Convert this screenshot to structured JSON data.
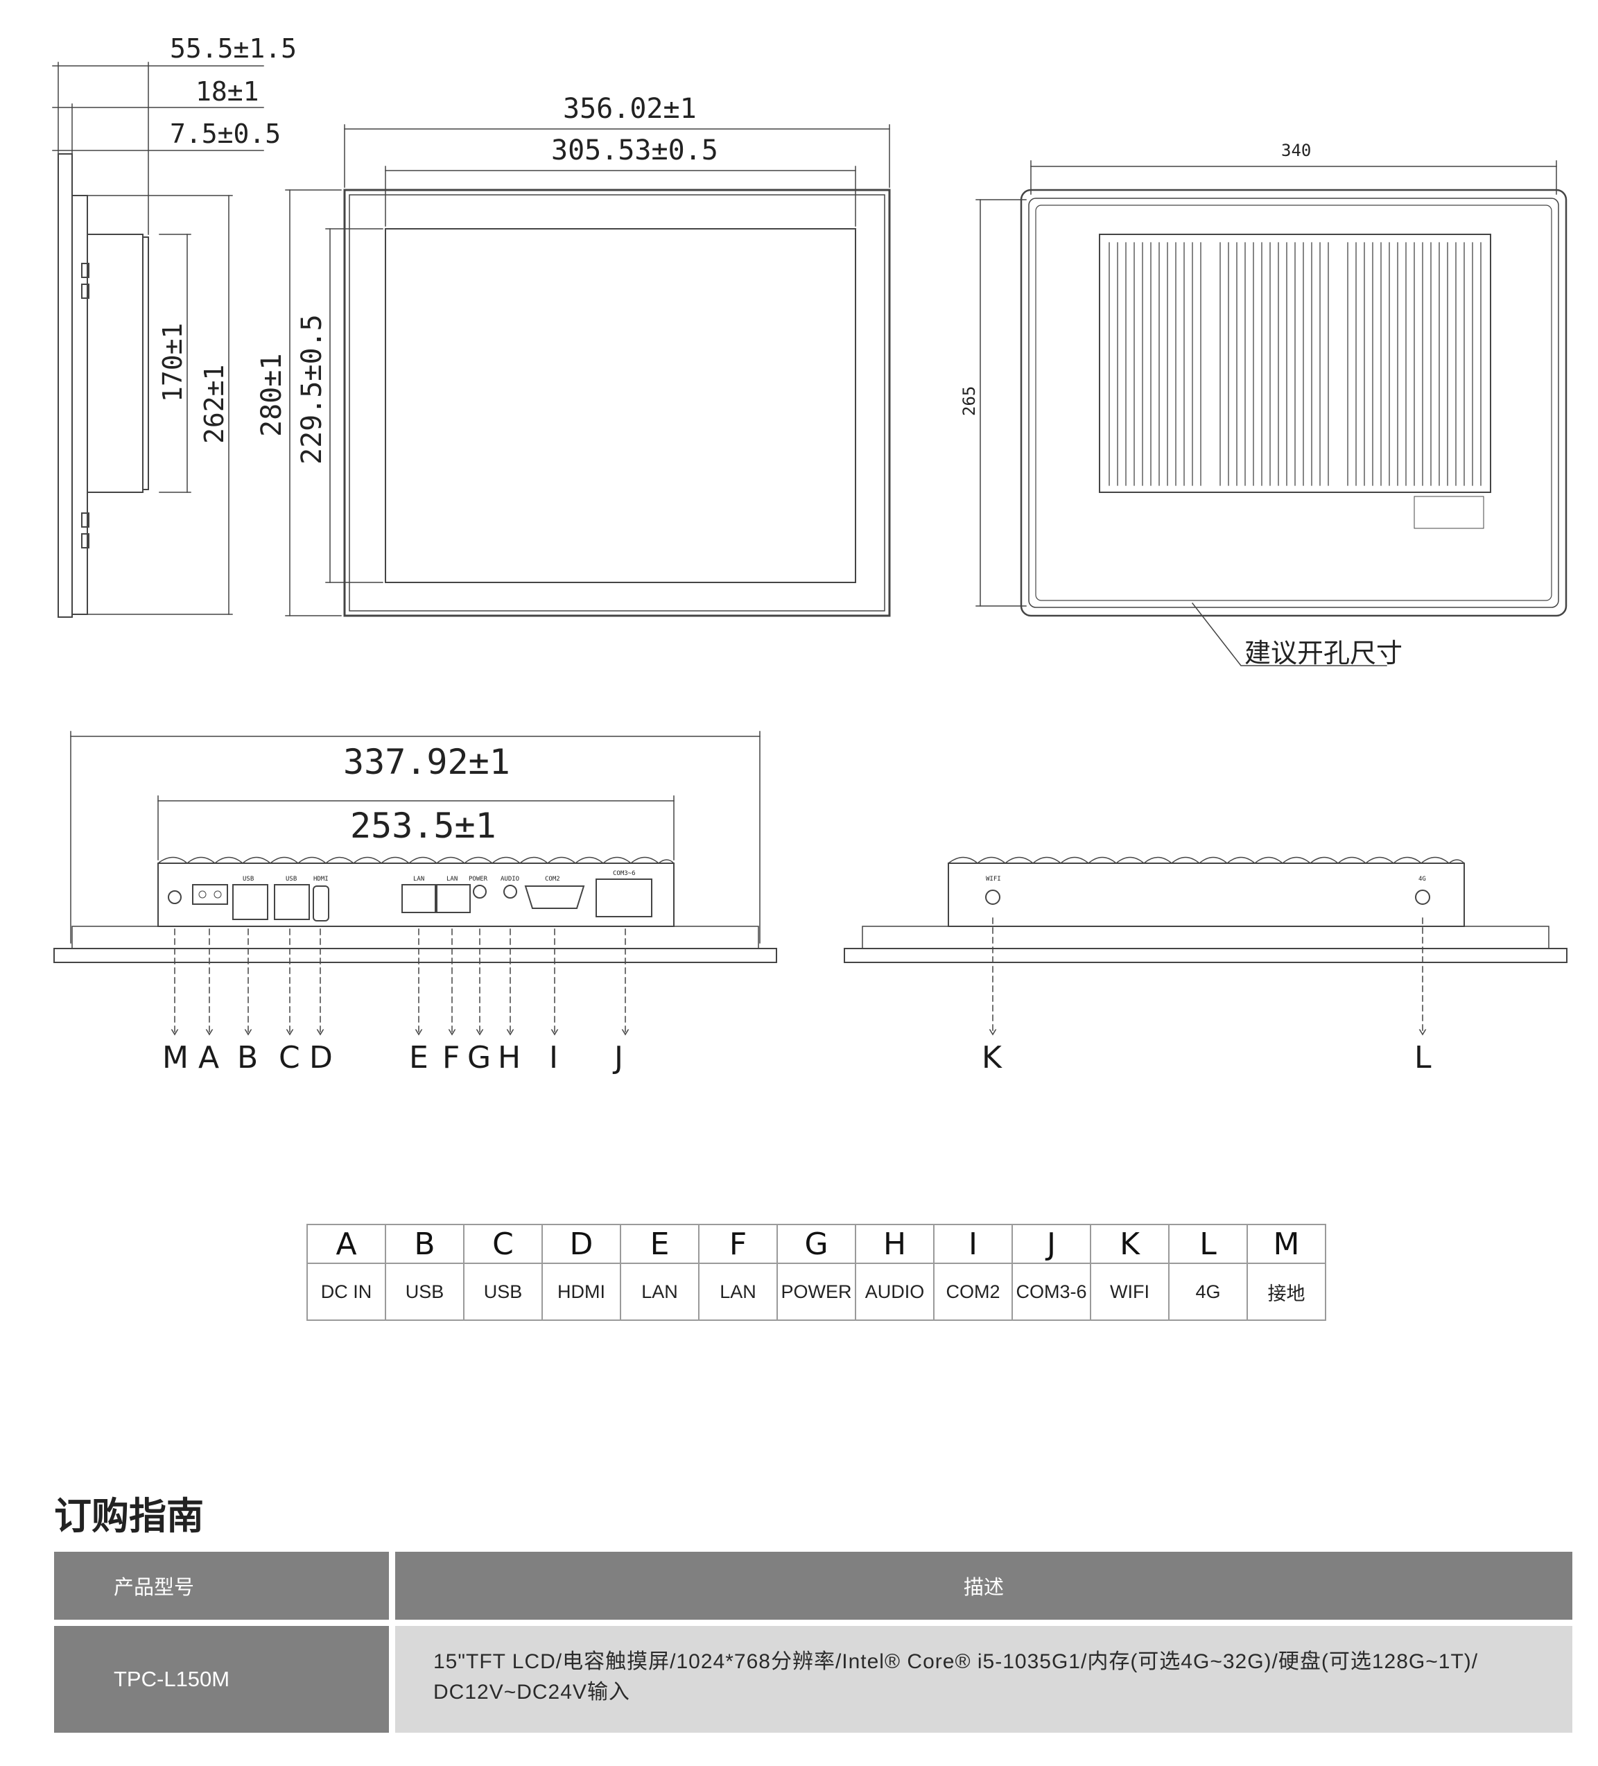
{
  "side_view": {
    "dims": [
      "55.5±1.5",
      "18±1",
      "7.5±0.5",
      "170±1",
      "262±1"
    ]
  },
  "front_view": {
    "dims": [
      "356.02±1",
      "305.53±0.5",
      "280±1",
      "229.5±0.5"
    ]
  },
  "rear_view": {
    "dims": [
      "340",
      "265"
    ],
    "cutout_label": "建议开孔尺寸"
  },
  "bottom_view": {
    "dims": [
      "337.92±1",
      "253.5±1"
    ],
    "port_tags": [
      "LAN",
      "LAN",
      "POWER",
      "AUDIO",
      "COM2",
      "COM3~6",
      "USB",
      "USB",
      "HDMI"
    ],
    "letters": [
      "M",
      "A",
      "B",
      "C",
      "D",
      "E",
      "F",
      "G",
      "H",
      "I",
      "J"
    ]
  },
  "top_view": {
    "letters": [
      "K",
      "L"
    ],
    "port_tags": [
      "WIFI",
      "4G"
    ]
  },
  "ports_table": {
    "letters": [
      "A",
      "B",
      "C",
      "D",
      "E",
      "F",
      "G",
      "H",
      "I",
      "J",
      "K",
      "L",
      "M"
    ],
    "names": [
      "DC IN",
      "USB",
      "USB",
      "HDMI",
      "LAN",
      "LAN",
      "POWER",
      "AUDIO",
      "COM2",
      "COM3-6",
      "WIFI",
      "4G",
      "接地"
    ]
  },
  "ordering": {
    "title": "订购指南",
    "header_model": "产品型号",
    "header_desc": "描述",
    "model": "TPC-L150M",
    "desc_line1": "15\"TFT LCD/电容触摸屏/1024*768分辨率/Intel® Core® i5-1035G1/内存(可选4G~32G)/硬盘(可选128G~1T)/",
    "desc_line2": "DC12V~DC24V输入"
  }
}
